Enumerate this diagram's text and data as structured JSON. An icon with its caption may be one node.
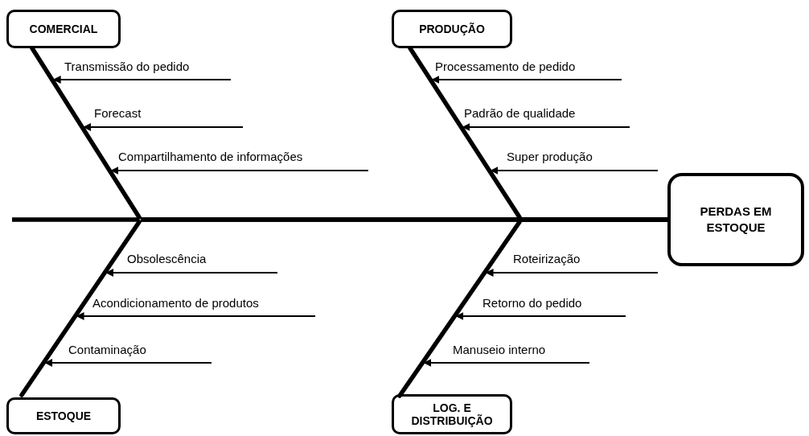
{
  "diagram": {
    "nodes": [
      {
        "text": [
          "COMERCIAL"
        ]
      },
      {
        "text": [],
        "shape": "bar"
      },
      {
        "text": [
          "PRODUÇÃO"
        ]
      },
      {
        "text": [],
        "shape": "bar"
      },
      {
        "text": [
          "PERDAS EM ESTOQUE"
        ]
      },
      {
        "text": [],
        "shape": "bar"
      },
      {
        "text": [
          "ESTOQUE"
        ]
      },
      {
        "text": [],
        "shape": "bar"
      },
      {
        "text": [
          "LOG. E DISTRIBUIÇÃO"
        ]
      }
    ],
    "edges": [
      {
        "from": 1,
        "to": 4,
        "arrow": "none",
        "style": "thick"
      },
      {
        "from": 3,
        "to": 4,
        "arrow": "none",
        "style": "thick"
      },
      {
        "from": 5,
        "to": 4,
        "arrow": "none",
        "style": "thick"
      },
      {
        "from": 7,
        "to": 4,
        "arrow": "none",
        "style": "thick"
      },
      {
        "from": null,
        "to": 1,
        "arrow": "to",
        "label": "Transmissão do pedido"
      },
      {
        "from": null,
        "to": 1,
        "arrow": "to",
        "label": "Forecast"
      },
      {
        "from": null,
        "to": 1,
        "arrow": "to",
        "label": "Compartilhamento de informações"
      },
      {
        "from": null,
        "to": 3,
        "arrow": "to",
        "label": "Processamento de pedido"
      },
      {
        "from": null,
        "to": 3,
        "arrow": "to",
        "label": "Padrão de qualidade"
      },
      {
        "from": null,
        "to": 3,
        "arrow": "to",
        "label": "Super produção"
      },
      {
        "from": null,
        "to": 5,
        "arrow": "to",
        "label": "Obsolescência"
      },
      {
        "from": null,
        "to": 5,
        "arrow": "to",
        "label": "Acondicionamento de produtos"
      },
      {
        "from": null,
        "to": 5,
        "arrow": "to",
        "label": "Contaminação"
      },
      {
        "from": null,
        "to": 7,
        "arrow": "to",
        "label": "Roteirização"
      },
      {
        "from": null,
        "to": 7,
        "arrow": "to",
        "label": "Retorno do pedido"
      },
      {
        "from": null,
        "to": 7,
        "arrow": "to",
        "label": "Manuseio interno"
      }
    ]
  }
}
